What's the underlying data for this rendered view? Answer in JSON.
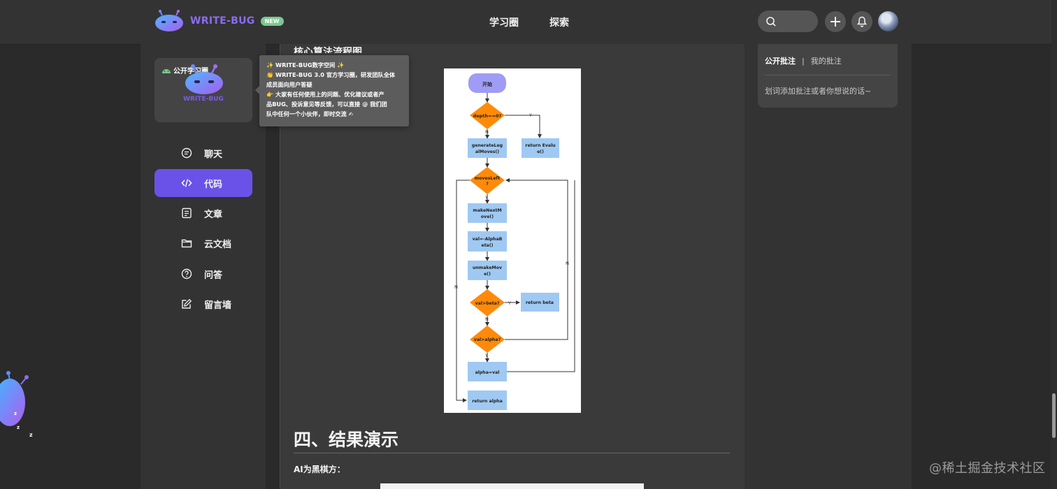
{
  "header": {
    "brand_name": "WRITE-BUG",
    "badge": "NEW",
    "nav": [
      "学习圈",
      "探索"
    ],
    "search_placeholder": ""
  },
  "sidebar": {
    "circle_tag": "公开学习圈",
    "circle_brand": "WRITE-BUG",
    "items": [
      {
        "label": "聊天",
        "icon": "chat-icon",
        "active": false
      },
      {
        "label": "代码",
        "icon": "code-icon",
        "active": true
      },
      {
        "label": "文章",
        "icon": "article-icon",
        "active": false
      },
      {
        "label": "云文档",
        "icon": "folder-icon",
        "active": false
      },
      {
        "label": "问答",
        "icon": "question-icon",
        "active": false
      },
      {
        "label": "留言墙",
        "icon": "edit-icon",
        "active": false
      }
    ]
  },
  "tooltip": {
    "lines": [
      "✨ WRITE-BUG数字空间 ✨",
      "👏 WRITE-BUG 3.0 官方学习圈，研发团队全体",
      "成员面向用户答疑",
      "👉 大家有任何使用上的问题、优化建议或者产",
      "品BUG、投诉意见等反馈，可以直接 @ 我们团",
      "队中任何一个小伙伴，即时交流 ✍"
    ]
  },
  "article": {
    "heading": "核心算法流程图",
    "section_title": "四、结果演示",
    "sub_text": "AI为黑棋方："
  },
  "flowchart": {
    "start": "开始",
    "d1": "depth==0?",
    "ret_eval": [
      "return Evalu",
      "e()"
    ],
    "gen": [
      "generateLeg",
      "alMoves()"
    ],
    "d2": [
      "movesLeft",
      "?"
    ],
    "make": [
      "makeNextM",
      "ove()"
    ],
    "val": [
      "val=-AlphaB",
      "eta()"
    ],
    "unmake": [
      "unmakeMov",
      "e()"
    ],
    "d3": "val>beta?",
    "ret_beta": "return beta",
    "d4": "val>alpha?",
    "assign": "alpha=val",
    "ret_alpha": "return alpha",
    "yes": "Y",
    "no": "N"
  },
  "annotations": {
    "tab_public": "公开批注",
    "separator": "|",
    "tab_mine": "我的批注",
    "placeholder": "划词添加批注或者你想说的话~"
  },
  "watermark": "@稀土掘金技术社区",
  "colors": {
    "accent": "#6a52e8",
    "decision": "#ff8a0a",
    "process": "#9fc9f2",
    "start": "#9f9cf5"
  }
}
